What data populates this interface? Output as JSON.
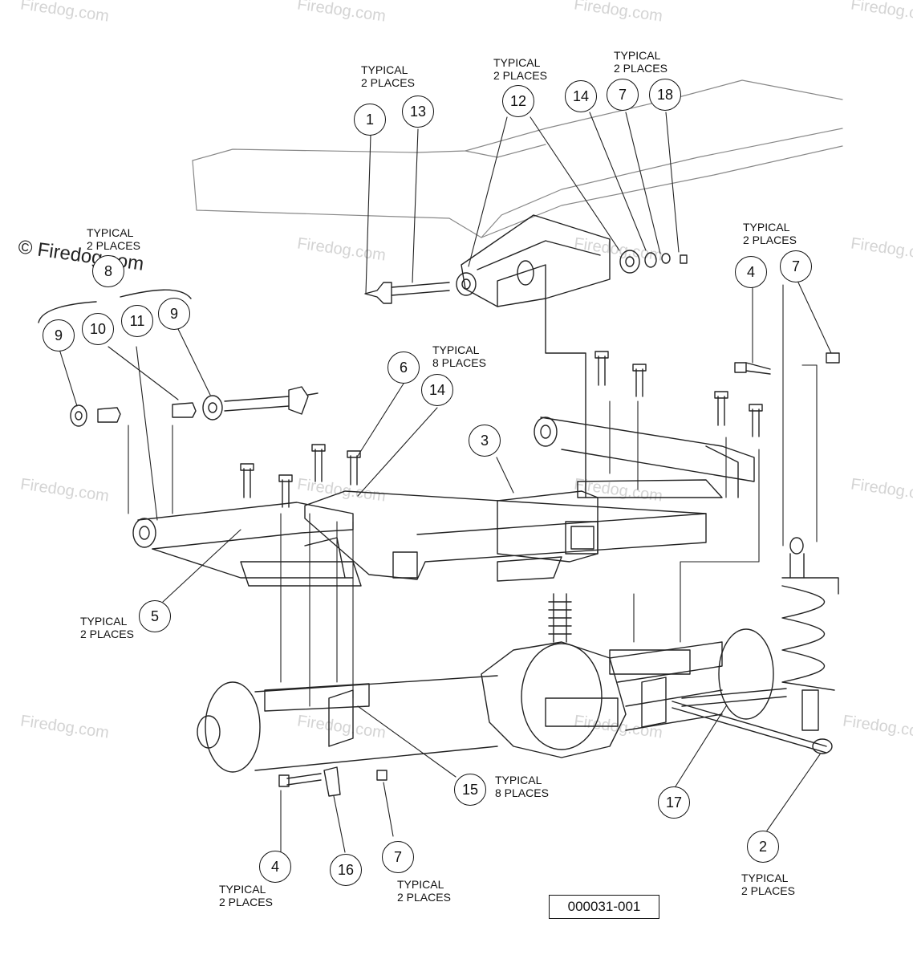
{
  "watermark": "© Firedog.com",
  "watermark_small": "Firedog.com",
  "part_number": "000031-001",
  "notes": {
    "typ2_a": "TYPICAL\n2 PLACES",
    "typ2_b": "TYPICAL\n2 PLACES",
    "typ2_c": "TYPICAL\n2 PLACES",
    "typ2_d": "TYPICAL\n2 PLACES",
    "typ2_e": "TYPICAL\n2 PLACES",
    "typ8_a": "TYPICAL\n8 PLACES",
    "typ2_f": "TYPICAL\n2 PLACES",
    "typ8_b": "TYPICAL\n8 PLACES",
    "typ2_g": "TYPICAL\n2 PLACES",
    "typ2_h": "TYPICAL\n2 PLACES",
    "typ2_i": "TYPICAL\n2 PLACES"
  },
  "callouts": {
    "c1": "1",
    "c13": "13",
    "c12": "12",
    "c14a": "14",
    "c7a": "7",
    "c18": "18",
    "c8": "8",
    "c9a": "9",
    "c10": "10",
    "c11": "11",
    "c9b": "9",
    "c6": "6",
    "c14b": "14",
    "c3": "3",
    "c4a": "4",
    "c7b": "7",
    "c5": "5",
    "c15": "15",
    "c17": "17",
    "c2": "2",
    "c4b": "4",
    "c16": "16",
    "c7c": "7"
  }
}
